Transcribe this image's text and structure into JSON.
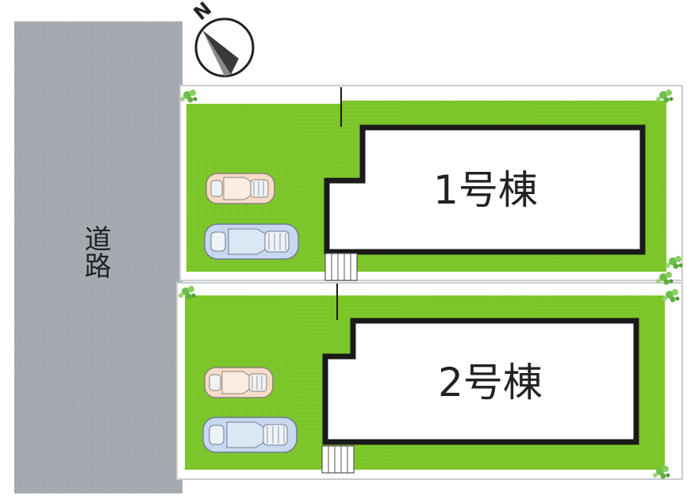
{
  "road": {
    "label": "道路"
  },
  "compass": {
    "north": "N"
  },
  "lots": [
    {
      "label": "1号棟"
    },
    {
      "label": "2号棟"
    }
  ],
  "colors": {
    "road": "#A4AAB0",
    "lawn": "#7DC62A",
    "lot_border": "#C9CCCE",
    "house_wall": "#1A1A1A",
    "car_beige": "#F6DCC9",
    "car_blue": "#C8D8F0"
  },
  "icons": [
    "compass-icon",
    "car-icon",
    "tree-icon",
    "stairs-icon"
  ]
}
